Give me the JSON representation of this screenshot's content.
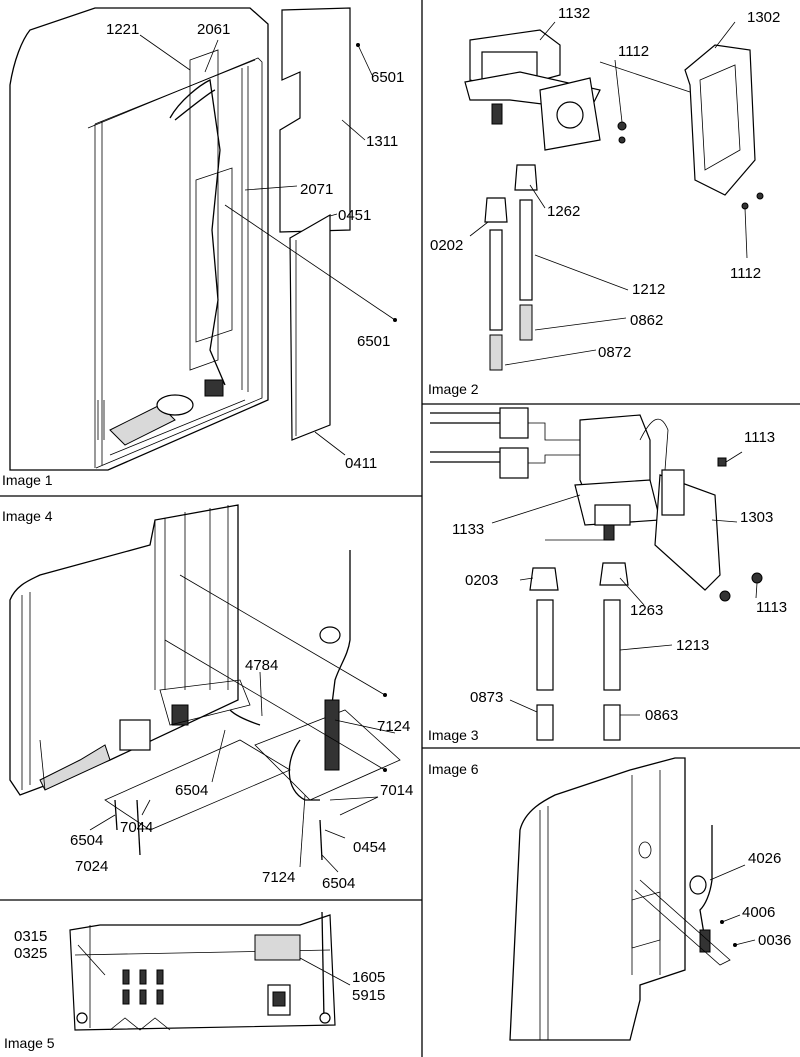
{
  "panels": [
    {
      "id": "image-1",
      "title": "Image 1",
      "callouts": [
        "1221",
        "2061",
        "6501",
        "1311",
        "2071",
        "0451",
        "6501",
        "0411"
      ]
    },
    {
      "id": "image-2",
      "title": "Image 2",
      "callouts": [
        "1132",
        "1112",
        "1302",
        "1262",
        "0202",
        "1212",
        "1112",
        "0862",
        "0872"
      ]
    },
    {
      "id": "image-3",
      "title": "Image 3",
      "callouts": [
        "1113",
        "1133",
        "1303",
        "0203",
        "1263",
        "1113",
        "1213",
        "0873",
        "0863"
      ]
    },
    {
      "id": "image-4",
      "title": "Image 4",
      "callouts": [
        "4784",
        "7124",
        "6504",
        "7014",
        "6504",
        "7044",
        "0454",
        "7024",
        "7124",
        "6504"
      ]
    },
    {
      "id": "image-5",
      "title": "Image 5",
      "callouts": [
        "0315",
        "0325",
        "1605",
        "5915"
      ]
    },
    {
      "id": "image-6",
      "title": "Image 6",
      "callouts": [
        "4026",
        "4006",
        "0036"
      ]
    }
  ]
}
